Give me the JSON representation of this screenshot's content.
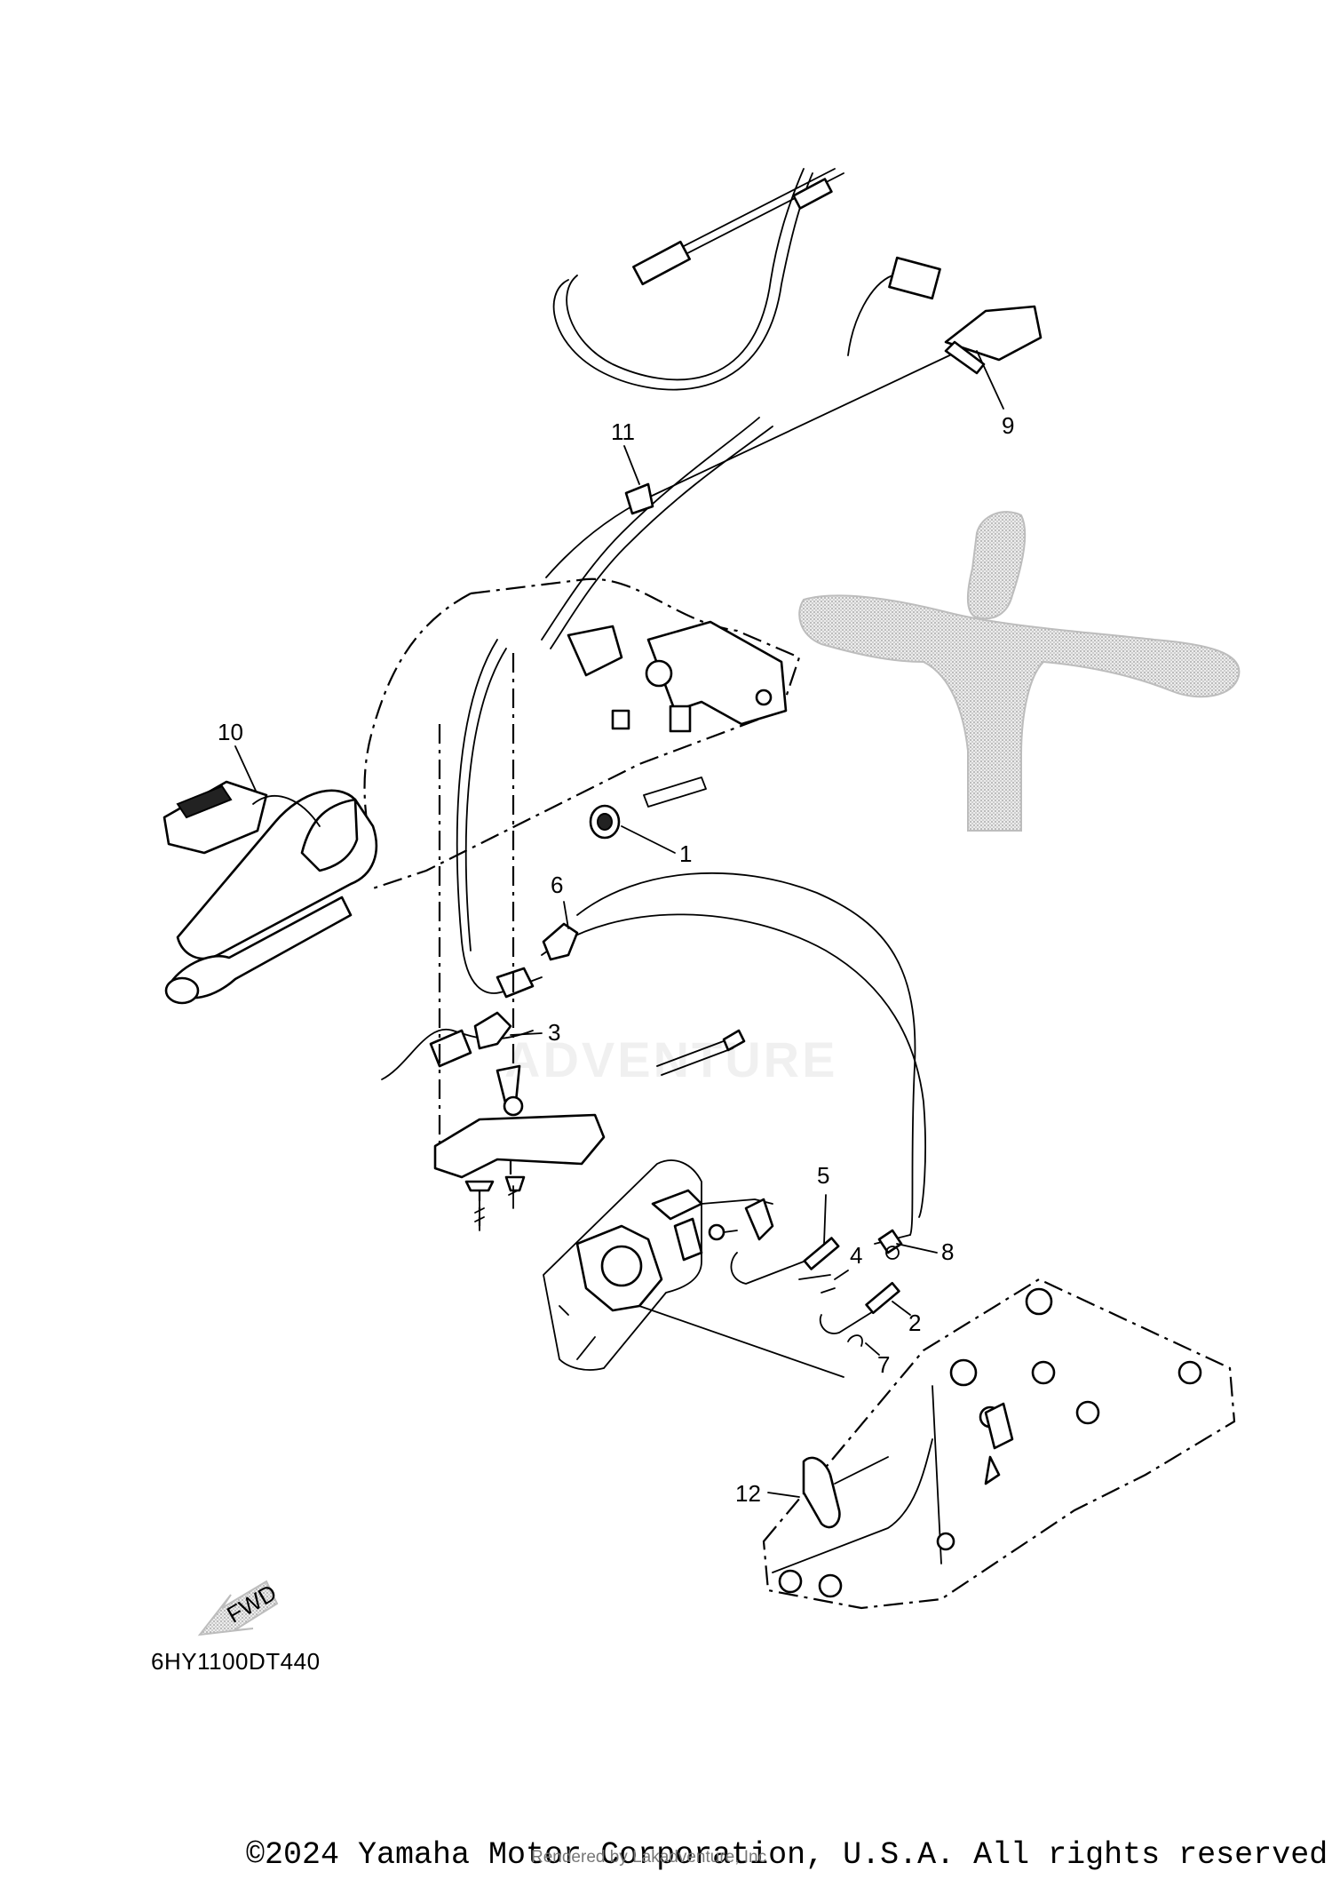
{
  "diagram": {
    "callouts": [
      {
        "num": "1"
      },
      {
        "num": "2"
      },
      {
        "num": "3"
      },
      {
        "num": "4"
      },
      {
        "num": "5"
      },
      {
        "num": "6"
      },
      {
        "num": "7"
      },
      {
        "num": "8"
      },
      {
        "num": "9"
      },
      {
        "num": "10"
      },
      {
        "num": "11"
      },
      {
        "num": "12"
      }
    ],
    "fwd_label": "FWD",
    "diagram_code": "6HY1100DT440",
    "watermark": "ADVENTURE"
  },
  "footer": {
    "copyright": "©2024 Yamaha Motor Corporation, U.S.A. All rights reserved.",
    "rendered_by": "Rendered by Lakadventure, Inc"
  }
}
